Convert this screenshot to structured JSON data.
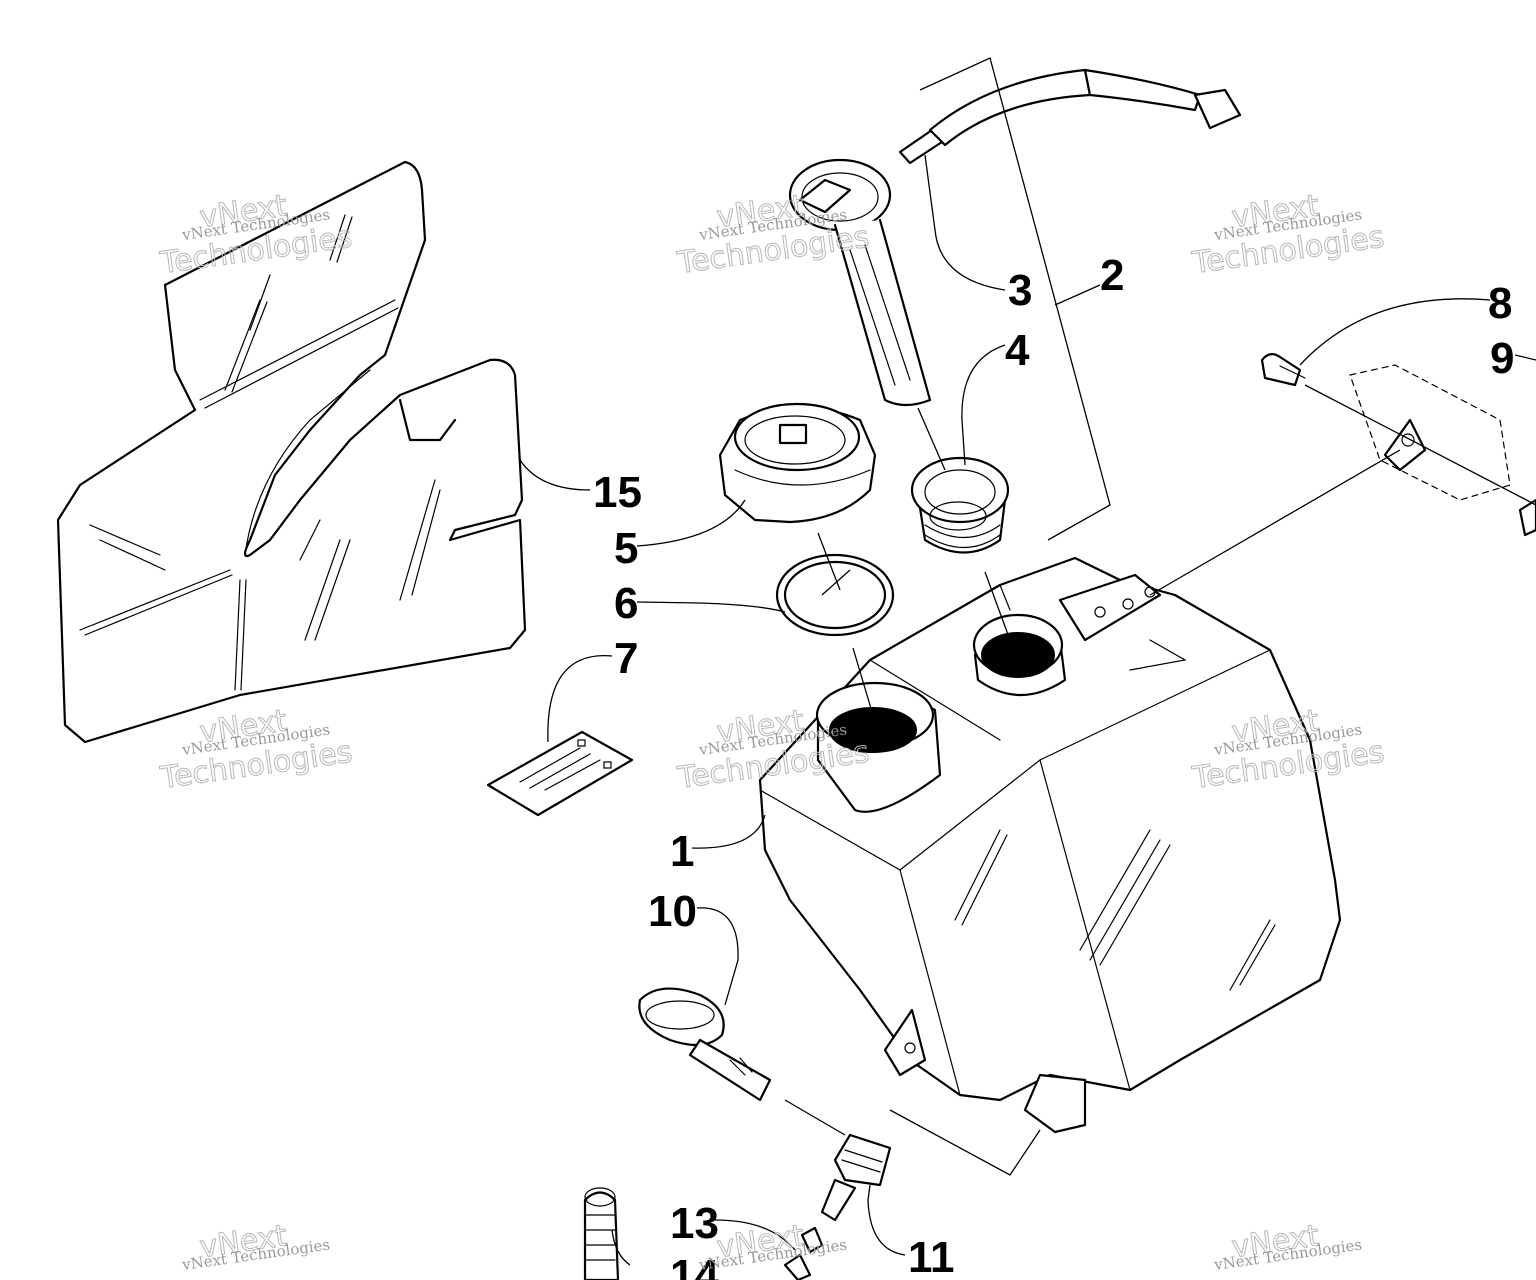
{
  "callouts": {
    "c1": "1",
    "c2": "2",
    "c3": "3",
    "c4": "4",
    "c5": "5",
    "c6": "6",
    "c7": "7",
    "c8": "8",
    "c9": "9",
    "c10": "10",
    "c11": "11",
    "c13": "13",
    "c14": "14",
    "c15": "15"
  },
  "watermark": {
    "brand": "vNext Technologies",
    "word1": "vNext",
    "word2": "Technologies"
  }
}
